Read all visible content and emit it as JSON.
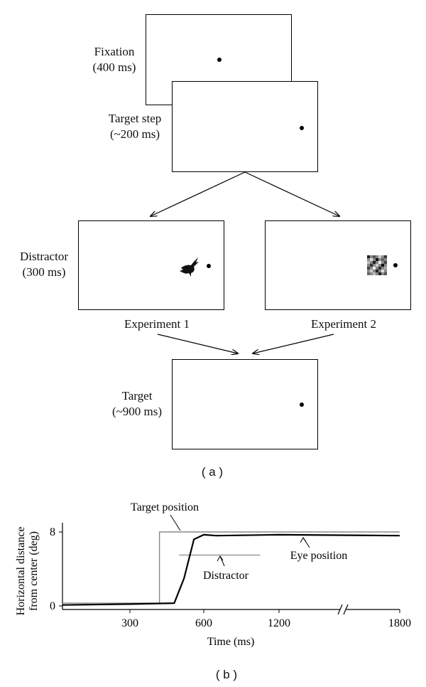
{
  "panel_a": {
    "caption": "( a )",
    "fixation": {
      "line1": "Fixation",
      "line2": "(400 ms)"
    },
    "target_step": {
      "line1": "Target step",
      "line2": "(~200 ms)"
    },
    "distractor": {
      "line1": "Distractor",
      "line2": "(300 ms)"
    },
    "experiment1": "Experiment 1",
    "experiment2": "Experiment 2",
    "target": {
      "line1": "Target",
      "line2": "(~900 ms)"
    }
  },
  "panel_b": {
    "caption": "( b )",
    "chart_data": {
      "type": "line",
      "xlabel": "Time (ms)",
      "ylabel_line1": "Horizontal distance",
      "ylabel_line2": "from center (deg)",
      "x_ticks": [
        "300",
        "600",
        "1200",
        "1800"
      ],
      "y_ticks": [
        "0",
        "8"
      ],
      "axis_break": true,
      "annotations": {
        "target": "Target position",
        "distractor": "Distractor",
        "eye": "Eye position"
      },
      "series": [
        {
          "key": "target",
          "x": [
            0,
            420,
            420,
            1800
          ],
          "y": [
            0.3,
            0.3,
            8,
            8
          ]
        },
        {
          "key": "distractor",
          "x": [
            500,
            1050
          ],
          "y": [
            5.5,
            5.5
          ]
        },
        {
          "key": "eye",
          "x": [
            0,
            300,
            480,
            520,
            560,
            600,
            700,
            1200,
            1800
          ],
          "y": [
            0.1,
            0.2,
            0.3,
            3,
            7.2,
            7.7,
            7.6,
            7.7,
            7.6
          ]
        }
      ]
    }
  }
}
